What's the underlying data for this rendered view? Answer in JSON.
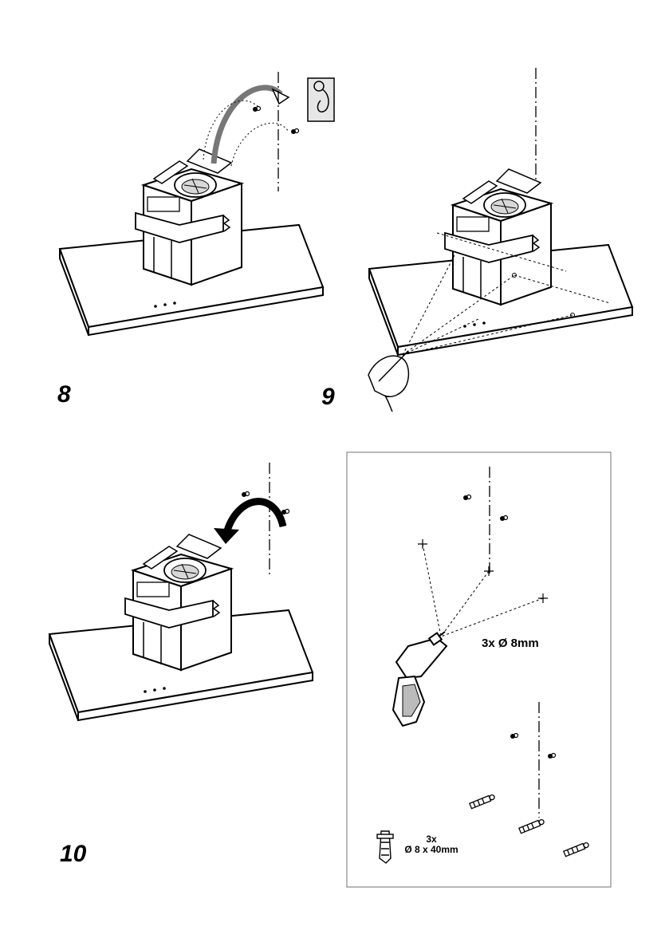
{
  "steps": {
    "step8": "8",
    "step9": "9",
    "step10": "10"
  },
  "drill_note": "3x Ø 8mm",
  "plug_note": {
    "qty": "3x",
    "size": "Ø 8 x 40mm"
  }
}
